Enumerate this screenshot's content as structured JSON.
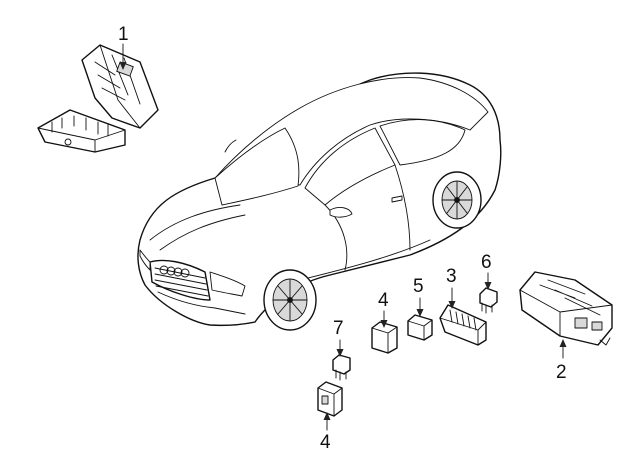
{
  "callouts": {
    "c1": "1",
    "c2": "2",
    "c3": "3",
    "c4a": "4",
    "c4b": "4",
    "c5": "5",
    "c6": "6",
    "c7": "7"
  },
  "icons": {
    "vehicle": "car-coupe-icon",
    "fuse_box_cover": "fuse-box-cover-icon",
    "control_module": "control-module-icon",
    "fuse_holder": "fuse-holder-icon",
    "relay": "relay-icon",
    "fuse": "fuse-icon"
  }
}
